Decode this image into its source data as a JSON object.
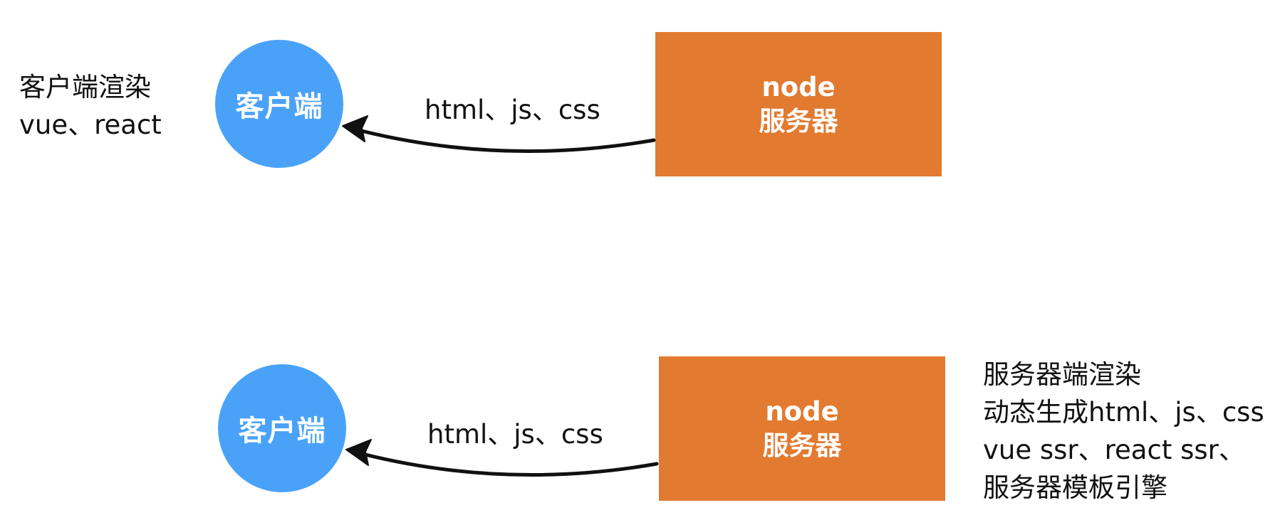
{
  "colors": {
    "client": "#4aa2f8",
    "server": "#e27a30",
    "text": "#111111",
    "arrow": "#111111"
  },
  "diagrams": [
    {
      "client_label": "客户端",
      "server_label_lines": [
        "node",
        "服务器"
      ],
      "edge_label": "html、js、css",
      "annotation_lines": [
        "客户端渲染",
        "vue、react"
      ]
    },
    {
      "client_label": "客户端",
      "server_label_lines": [
        "node",
        "服务器"
      ],
      "edge_label": "html、js、css",
      "annotation_lines": [
        "服务器端渲染",
        "动态生成html、js、css",
        "vue ssr、react ssr、",
        "服务器模板引擎"
      ]
    }
  ]
}
